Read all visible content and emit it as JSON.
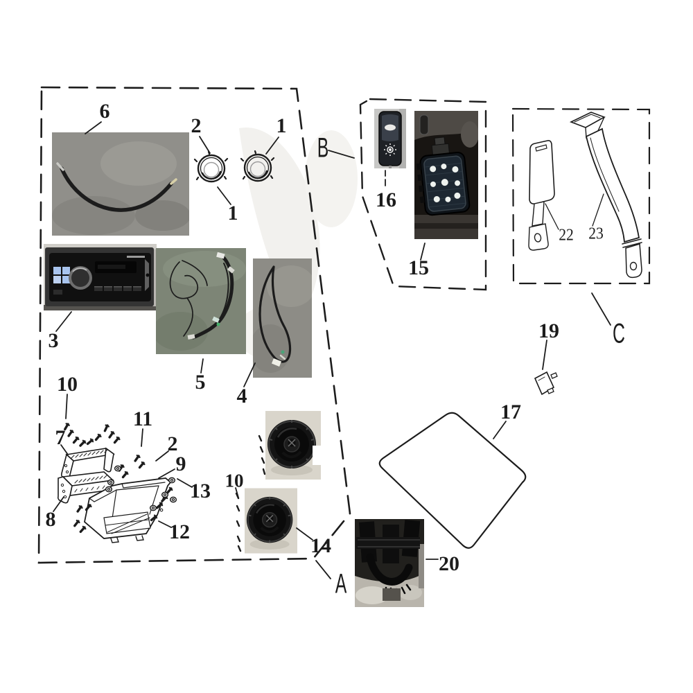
{
  "callouts": {
    "n6": "6",
    "n2_tweeter": "2",
    "n1_top": "1",
    "n1_mid": "1",
    "n3": "3",
    "n5": "5",
    "n4": "4",
    "n10_left": "10",
    "n7": "7",
    "n11": "11",
    "n2_box": "2",
    "n9": "9",
    "n13": "13",
    "n8": "8",
    "n12": "12",
    "n10_speaker": "10",
    "n14": "14",
    "n16": "16",
    "n15": "15",
    "n19": "19",
    "n17": "17",
    "n20": "20",
    "n22": "22",
    "n23": "23"
  },
  "groups": {
    "a": "A",
    "b": "B",
    "c": "C"
  },
  "colors": {
    "line": "#1c1c1c",
    "paper": "#ffffff",
    "concrete": "#908f8a",
    "harness-bg": "#7d8576",
    "speaker-bg": "#d9d5cb",
    "switch-bg": "#c7c7c5",
    "dark-photo": "#181512",
    "radio-frame": "#343434",
    "led-white": "#eef2ee",
    "cyan-wire": "#35c0ad",
    "radio-buttons-blue": "#a8c4ee"
  }
}
